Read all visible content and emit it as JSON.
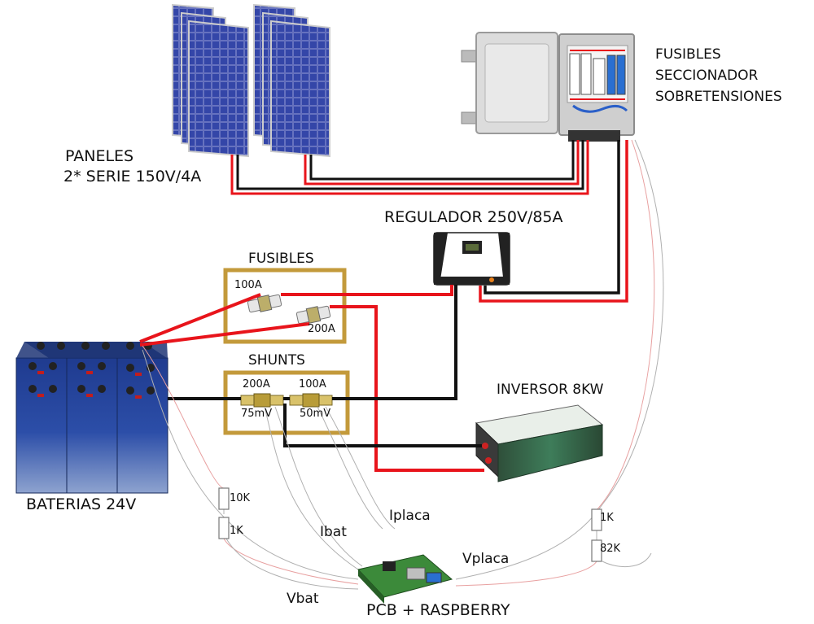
{
  "labels": {
    "panels_line1": "PANELES",
    "panels_line2": "2* SERIE 150V/4A",
    "fuse_box_line1": "FUSIBLES",
    "fuse_box_line2": "SECCIONADOR",
    "fuse_box_line3": "SOBRETENSIONES",
    "regulator": "REGULADOR 250V/85A",
    "fuses": "FUSIBLES",
    "fuse_100": "100A",
    "fuse_200": "200A",
    "shunts": "SHUNTS",
    "shunt_200": "200A",
    "shunt_100": "100A",
    "shunt_75mv": "75mV",
    "shunt_50mv": "50mV",
    "inverter": "INVERSOR 8KW",
    "batteries": "BATERIAS 24V",
    "r_10k": "10K",
    "r_1k_left": "1K",
    "r_1k_right": "1K",
    "r_82k": "82K",
    "iplaca": "Iplaca",
    "ibat": "Ibat",
    "vplaca": "Vplaca",
    "vbat": "Vbat",
    "pcb": "PCB + RASPBERRY"
  },
  "colors": {
    "positive_wire": "#e8141b",
    "negative_wire": "#111111",
    "sense_wire": "#b0b0b0",
    "box_border": "#c39a3b",
    "panel_cell": "#2e3a9a",
    "battery": "#1e3a8a"
  }
}
